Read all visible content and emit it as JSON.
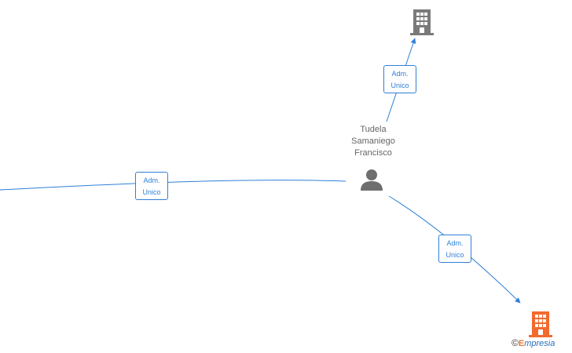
{
  "colors": {
    "edge": "#2f7fd8",
    "company_node": "#7a7a7a",
    "company_node_highlight": "#f26a2e",
    "person_node": "#6e6e6e",
    "label_text": "#666666"
  },
  "nodes": {
    "person": {
      "icon": "person-icon",
      "name_lines": [
        "Tudela",
        "Samaniego",
        "Francisco"
      ]
    },
    "company_top": {
      "icon": "building-icon"
    },
    "company_bottom_right": {
      "icon": "building-icon"
    }
  },
  "edges": [
    {
      "from": "left-offscreen",
      "to": "person",
      "label_line1": "Adm.",
      "label_line2": "Unico"
    },
    {
      "from": "person",
      "to": "company_top",
      "label_line1": "Adm.",
      "label_line2": "Unico"
    },
    {
      "from": "person",
      "to": "company_bottom_right",
      "label_line1": "Adm.",
      "label_line2": "Unico"
    }
  ],
  "watermark": {
    "symbol": "©",
    "brand_initial": "E",
    "brand_rest": "mpresia"
  }
}
